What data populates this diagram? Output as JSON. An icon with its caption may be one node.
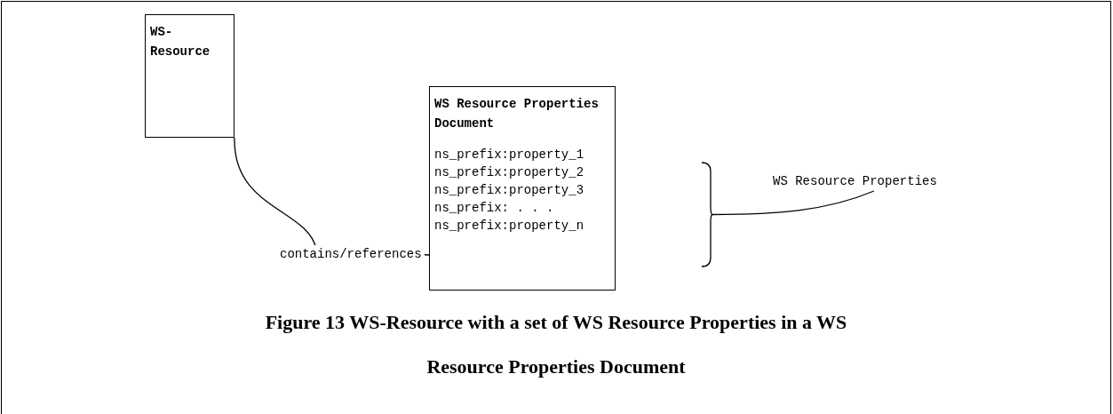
{
  "diagram": {
    "caption": "Figure 13 WS-Resource with a set of WS Resource Properties in a WS Resource Properties Document",
    "nodes": [
      {
        "text": [
          "WS-Resource"
        ]
      },
      {
        "text": [
          "WS Resource Properties Document",
          "ns_prefix:property_1",
          "ns_prefix:property_2",
          "ns_prefix:property_3",
          "ns_prefix: . . .",
          "ns_prefix:property_n"
        ]
      },
      {
        "text": [
          "WS Resource Properties"
        ]
      },
      {
        "text": [],
        "shape": "bracket"
      }
    ],
    "edges": [
      {
        "from": 0,
        "to": 1,
        "arrow": "none",
        "label": "contains/references"
      },
      {
        "from": 2,
        "to": 3,
        "arrow": "none"
      }
    ]
  }
}
